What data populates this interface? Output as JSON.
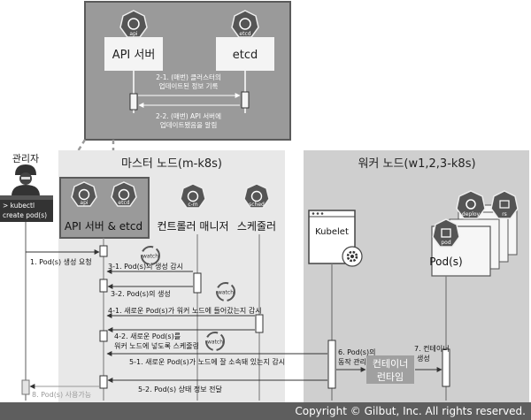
{
  "top": {
    "api_label": "API 서버",
    "etcd_label": "etcd",
    "api_icon_text": "api",
    "etcd_icon_text": "etcd",
    "note1_line1": "2-1. (매번) 클러스터의",
    "note1_line2": "업데이트된 정보 기록",
    "note2_line1": "2-2. (매번) API 서버에",
    "note2_line2": "업데이트됐음을 알림"
  },
  "admin": {
    "label": "관리자",
    "terminal_line1": "> kubectl",
    "terminal_line2": "create pod(s)"
  },
  "master": {
    "title": "마스터 노드(m-k8s)",
    "api_etcd_label": "API 서버 & etcd",
    "cm_label": "컨트롤러 매니저",
    "sched_label": "스케줄러",
    "icon_api": "api",
    "icon_etcd": "etcd",
    "icon_cm": "c-m",
    "icon_sched": "sched"
  },
  "worker": {
    "title": "워커 노드(w1,2,3-k8s)",
    "kubelet_label": "Kubelet",
    "deploy_text": "deploy",
    "rs_text": "rs",
    "pod_icon_text": "pod",
    "pods_label": "Pod(s)",
    "runtime_line1": "컨테이너",
    "runtime_line2": "런타임"
  },
  "steps": {
    "s1": "1. Pod(s) 생성 요청",
    "s3_1": "3-1. Pod(s)의 생성 감시",
    "s3_2": "3-2. Pod(s)의 생성",
    "s4_1": "4-1. 새로운 Pod(s)가 워커 노드에 들어갔는지 감시",
    "s4_2_line1": "4-2. 새로운 Pod(s)를",
    "s4_2_line2": "워커 노드에 넣도록 스케줄링",
    "s5_1": "5-1. 새로운 Pod(s)가 노드에 잘 소속돼 있는지 감시",
    "s5_2": "5-2. Pod(s) 상태 정보 전달",
    "s6_line1": "6. Pod(s)의",
    "s6_line2": "동작 관리",
    "s7_line1": "7. 컨테이너",
    "s7_line2": "생성",
    "s8": "8. Pod(s) 사용가능"
  },
  "loop_labels": {
    "watch": "watch"
  },
  "footer": {
    "copyright": "Copyright © Gilbut, Inc. All rights reserved."
  }
}
